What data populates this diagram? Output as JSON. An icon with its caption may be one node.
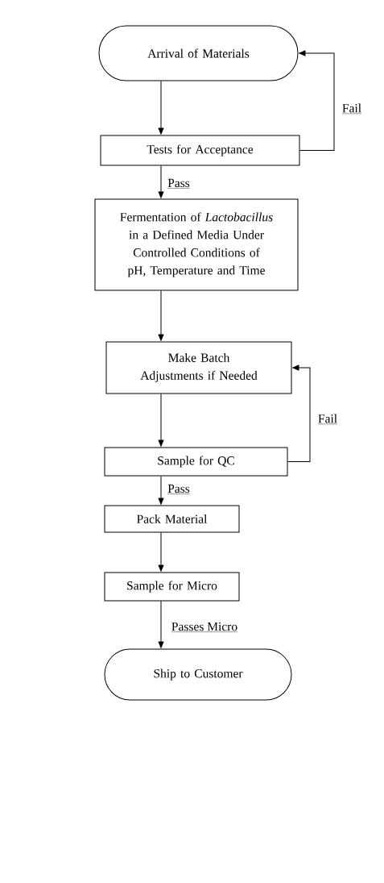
{
  "diagram": {
    "nodes": [
      {
        "text": [
          "Arrival of Materials"
        ]
      },
      {
        "text": [
          "Tests for Acceptance"
        ]
      },
      {
        "text": [
          "Fermentation of *Lactobacillus* in a Defined Media Under Controlled Conditions of pH, Temperature and Time"
        ]
      },
      {
        "text": [
          "Make Batch Adjustments if Needed"
        ]
      },
      {
        "text": [
          "Sample for QC"
        ]
      },
      {
        "text": [
          "Pack Material"
        ]
      },
      {
        "text": [
          "Sample for Micro"
        ]
      },
      {
        "text": [
          "Ship to Customer"
        ]
      }
    ],
    "edges": [
      {
        "from": 0,
        "to": 1,
        "arrow": "to"
      },
      {
        "from": 1,
        "to": 0,
        "arrow": "to",
        "label": "Fail"
      },
      {
        "from": 1,
        "to": 2,
        "arrow": "to",
        "label": "Pass"
      },
      {
        "from": 2,
        "to": 3,
        "arrow": "to"
      },
      {
        "from": 3,
        "to": 4,
        "arrow": "to"
      },
      {
        "from": 4,
        "to": 3,
        "arrow": "to",
        "label": "Fail"
      },
      {
        "from": 4,
        "to": 5,
        "arrow": "to",
        "label": "Pass"
      },
      {
        "from": 5,
        "to": 6,
        "arrow": "to"
      },
      {
        "from": 6,
        "to": 7,
        "arrow": "to",
        "label": "Passes Micro"
      }
    ]
  }
}
